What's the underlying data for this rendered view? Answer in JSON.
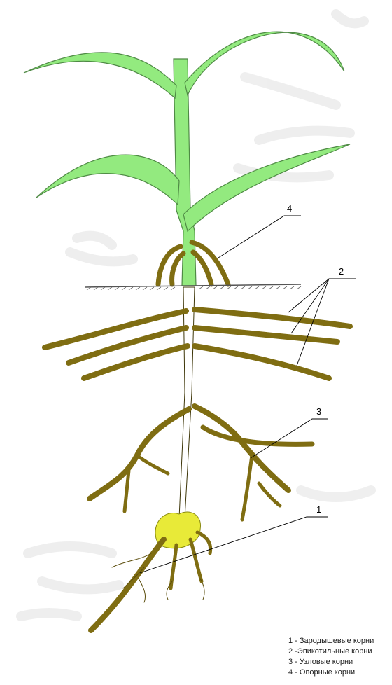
{
  "callouts": {
    "opornye": "4",
    "epikotilnye": "2",
    "uzlovye": "3",
    "zarodyshevye": "1"
  },
  "legend": [
    "1 - Зародышевые корни",
    "2 -Эпикотильные корни",
    "3 - Узловые корни",
    "4 - Опорные корни"
  ],
  "colors": {
    "leaf": "#93ea7f",
    "leaf_outline": "#4f8a45",
    "root": "#7f6d12",
    "root_outline": "#3d3507",
    "seed": "#e8ea38",
    "soil_line": "#555555"
  }
}
